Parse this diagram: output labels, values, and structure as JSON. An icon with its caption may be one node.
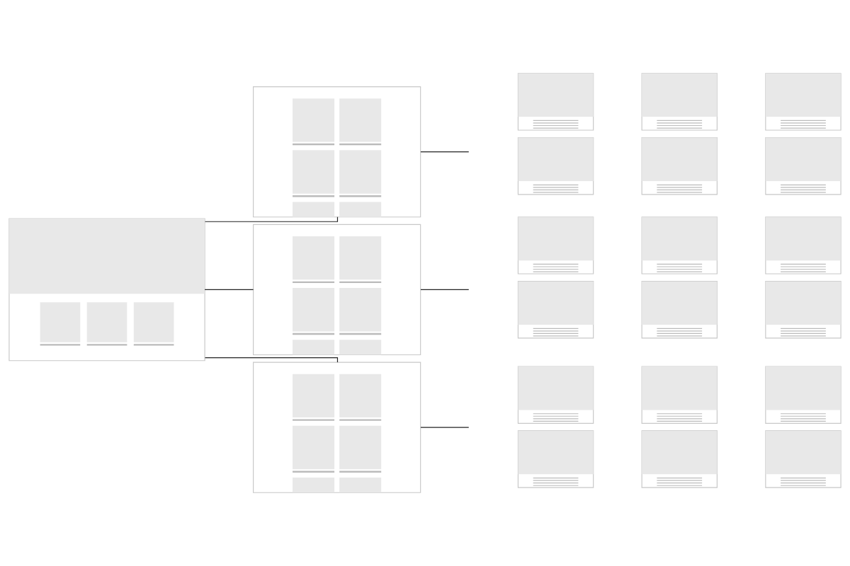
{
  "diagram": {
    "nodes": [
      {
        "text": [],
        "shape": "box"
      },
      {
        "text": [],
        "shape": "box"
      },
      {
        "text": [],
        "shape": "box"
      },
      {
        "text": [],
        "shape": "box"
      },
      {
        "text": [],
        "shape": "box"
      },
      {
        "text": [],
        "shape": "box"
      },
      {
        "text": [],
        "shape": "box"
      },
      {
        "text": [],
        "shape": "box"
      },
      {
        "text": [],
        "shape": "box"
      },
      {
        "text": [],
        "shape": "box"
      },
      {
        "text": [],
        "shape": "box"
      },
      {
        "text": [],
        "shape": "box"
      },
      {
        "text": [],
        "shape": "box"
      },
      {
        "text": [],
        "shape": "box"
      },
      {
        "text": [],
        "shape": "box"
      },
      {
        "text": [],
        "shape": "box"
      },
      {
        "text": [],
        "shape": "box"
      },
      {
        "text": [],
        "shape": "box"
      },
      {
        "text": [],
        "shape": "box"
      },
      {
        "text": [],
        "shape": "box"
      },
      {
        "text": [],
        "shape": "box"
      },
      {
        "text": [],
        "shape": "box"
      }
    ],
    "edges": [
      {
        "from": 0,
        "to": 1,
        "arrow": "none"
      },
      {
        "from": 0,
        "to": 2,
        "arrow": "none"
      },
      {
        "from": 0,
        "to": 3,
        "arrow": "none"
      },
      {
        "from": 1,
        "to": null,
        "arrow": "none"
      },
      {
        "from": 2,
        "to": null,
        "arrow": "none"
      },
      {
        "from": 3,
        "to": null,
        "arrow": "none"
      }
    ]
  }
}
